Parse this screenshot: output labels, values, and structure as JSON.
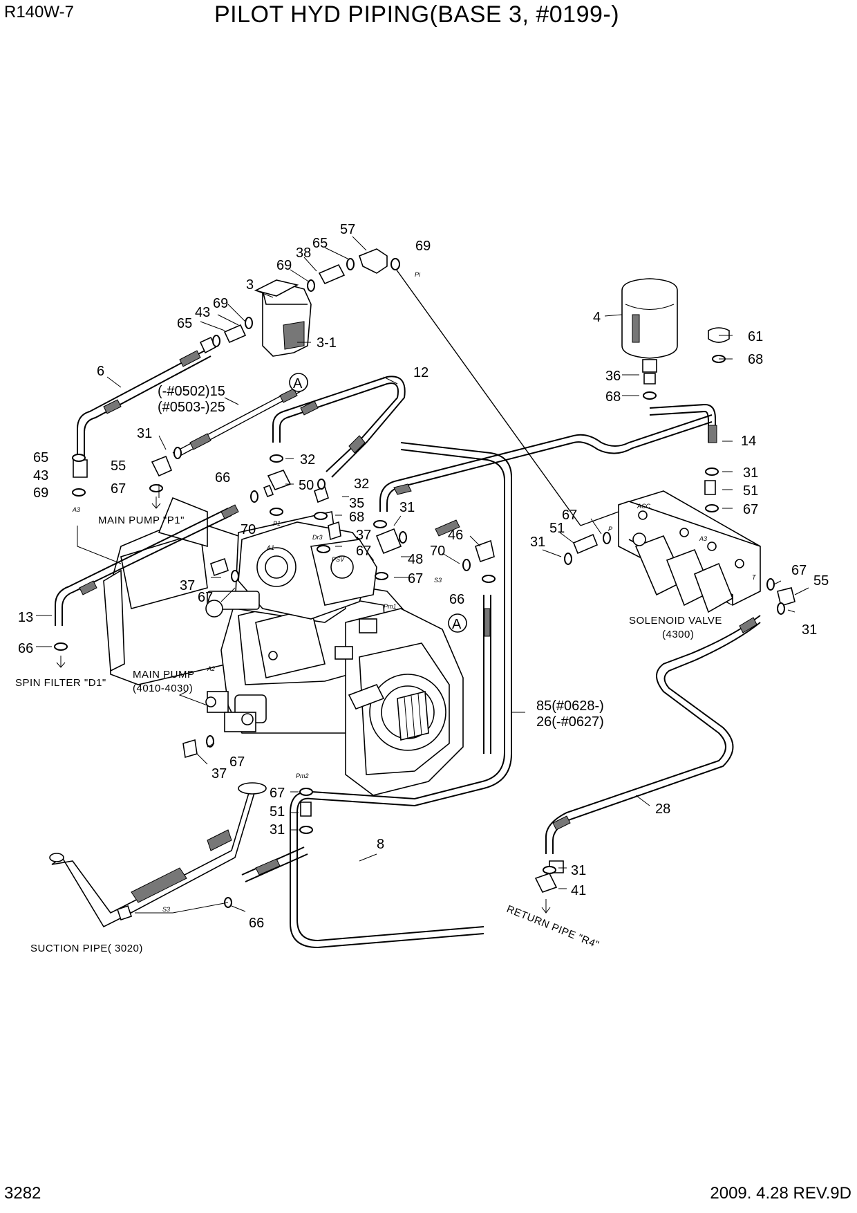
{
  "header": {
    "model": "R140W-7",
    "title": "PILOT HYD PIPING(BASE 3, #0199-)"
  },
  "footer": {
    "page_number": "3282",
    "revision": "2009. 4.28  REV.9D"
  },
  "labels": {
    "main_pump_p1": "MAIN PUMP \"P1\"",
    "spin_filter": "SPIN FILTER \"D1\"",
    "main_pump_line1": "MAIN PUMP",
    "main_pump_line2": "(4010-4030)",
    "solenoid_line1": "SOLENOID VALVE",
    "solenoid_line2": "(4300)",
    "suction_pipe": "SUCTION PIPE( 3020)",
    "return_pipe": "RETURN PIPE \"R4\""
  },
  "callouts": {
    "c57": "57",
    "c65a": "65",
    "c38": "38",
    "c69a": "69",
    "c69b": "69",
    "c3": "3",
    "c43a": "43",
    "c69c": "69",
    "c65b": "65",
    "c3_1": "3-1",
    "c4": "4",
    "c61": "61",
    "c36": "36",
    "c68a": "68",
    "c68b": "68",
    "c6": "6",
    "c15": "(-#0502)15",
    "c25": "(#0503-)25",
    "c12": "12",
    "c31a": "31",
    "c65c": "65",
    "c43b": "43",
    "c69d": "69",
    "c55a": "55",
    "c67a": "67",
    "c32a": "32",
    "c32b": "32",
    "c66a": "66",
    "c50": "50",
    "c70a": "70",
    "c35": "35",
    "c68c": "68",
    "c31b": "31",
    "c14": "14",
    "c31c": "31",
    "c51a": "51",
    "c67b": "67",
    "c37a": "37",
    "c67c": "67",
    "c48": "48",
    "c67d": "67",
    "c46": "46",
    "c70b": "70",
    "c66b": "66",
    "c67e": "67",
    "c31d": "31",
    "c51b": "51",
    "c67f": "67",
    "c55b": "55",
    "c31e": "31",
    "c13": "13",
    "c66c": "66",
    "c37b": "37",
    "c67g": "67",
    "c85": "85(#0628-)",
    "c26": "26(-#0627)",
    "c67h": "67",
    "c37c": "37",
    "c67i": "67",
    "c51c": "51",
    "c31f": "31",
    "c8": "8",
    "c28": "28",
    "c66d": "66",
    "c31g": "31",
    "c41": "41"
  },
  "refs": {
    "a1": "A",
    "a2": "A"
  },
  "ports": {
    "p_pi": "Pi",
    "p_a3a": "A3",
    "p_p1": "P1",
    "p_dr": "Dr3",
    "p_psv": "PSV",
    "p_pm2": "Pm2",
    "p_pilot": "Pm1",
    "p_a3b": "A3",
    "p_acc": "ACC",
    "p_p": "P",
    "p_t": "T",
    "p_a1": "A1",
    "p_a2": "A2",
    "p_s3": "S3",
    "p_r4": "R4"
  }
}
